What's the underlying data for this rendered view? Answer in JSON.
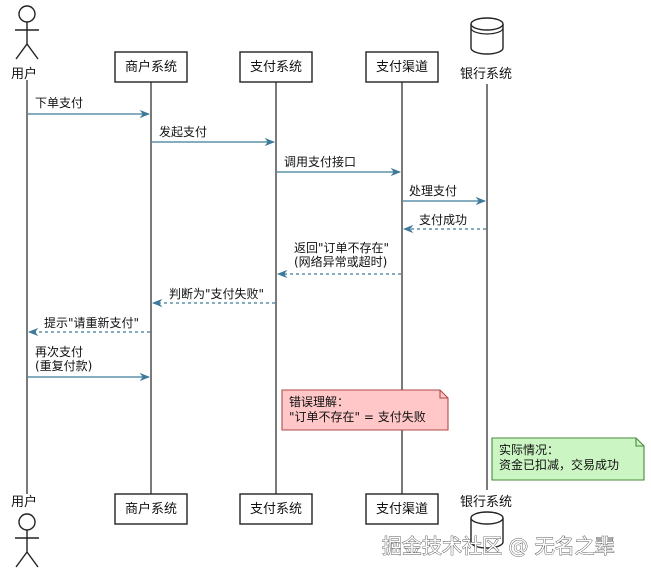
{
  "participants": [
    {
      "id": "user",
      "label": "用户",
      "kind": "actor"
    },
    {
      "id": "merchant",
      "label": "商户系统",
      "kind": "box"
    },
    {
      "id": "payment",
      "label": "支付系统",
      "kind": "box"
    },
    {
      "id": "channel",
      "label": "支付渠道",
      "kind": "box"
    },
    {
      "id": "bank",
      "label": "银行系统",
      "kind": "database"
    }
  ],
  "messages": [
    {
      "from": "user",
      "to": "merchant",
      "lines": [
        "下单支付"
      ],
      "style": "solid"
    },
    {
      "from": "merchant",
      "to": "payment",
      "lines": [
        "发起支付"
      ],
      "style": "solid"
    },
    {
      "from": "payment",
      "to": "channel",
      "lines": [
        "调用支付接口"
      ],
      "style": "solid"
    },
    {
      "from": "channel",
      "to": "bank",
      "lines": [
        "处理支付"
      ],
      "style": "solid"
    },
    {
      "from": "bank",
      "to": "channel",
      "lines": [
        "支付成功"
      ],
      "style": "dashed"
    },
    {
      "from": "channel",
      "to": "payment",
      "lines": [
        "返回\"订单不存在\"",
        "(网络异常或超时)"
      ],
      "style": "dashed"
    },
    {
      "from": "payment",
      "to": "merchant",
      "lines": [
        "判断为\"支付失败\""
      ],
      "style": "dashed"
    },
    {
      "from": "merchant",
      "to": "user",
      "lines": [
        "提示\"请重新支付\""
      ],
      "style": "dashed"
    },
    {
      "from": "user",
      "to": "merchant",
      "lines": [
        "再次支付",
        "(重复付款)"
      ],
      "style": "solid"
    }
  ],
  "notes": [
    {
      "lines": [
        "错误理解：",
        "\"订单不存在\" = 支付失败"
      ],
      "color": "#ffc7c7",
      "border": "#b04a4a"
    },
    {
      "lines": [
        "实际情况：",
        "资金已扣减，交易成功"
      ],
      "color": "#ccf5c4",
      "border": "#4a8a3a"
    }
  ],
  "watermark": "掘金技术社区 @ 无名之辈",
  "colors": {
    "arrow": "#3d7a99",
    "ink": "#222222"
  }
}
